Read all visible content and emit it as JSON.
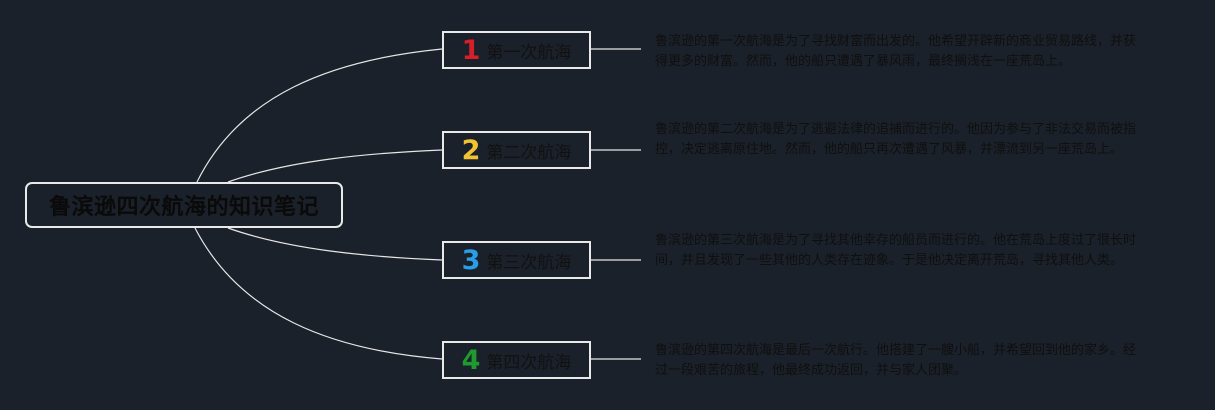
{
  "root": {
    "label": "鲁滨逊四次航海的知识笔记"
  },
  "branches": [
    {
      "number": "1",
      "number_color": "#d61f2b",
      "label": "第一次航海",
      "description": "鲁滨逊的第一次航海是为了寻找财富而出发的。他希望开辟新的商业贸易路线，并获得更多的财富。然而，他的船只遭遇了暴风雨，最终搁浅在一座荒岛上。"
    },
    {
      "number": "2",
      "number_color": "#f1c232",
      "label": "第二次航海",
      "description": "鲁滨逊的第二次航海是为了逃避法律的追捕而进行的。他因为参与了非法交易而被指控，决定逃离原住地。然而，他的船只再次遭遇了风暴，并漂流到另一座荒岛上。"
    },
    {
      "number": "3",
      "number_color": "#2a9de6",
      "label": "第三次航海",
      "description": "鲁滨逊的第三次航海是为了寻找其他幸存的船员而进行的。他在荒岛上度过了很长时间，并且发现了一些其他的人类存在迹象。于是他决定离开荒岛，寻找其他人类。"
    },
    {
      "number": "4",
      "number_color": "#1f9a2e",
      "label": "第四次航海",
      "description": "鲁滨逊的第四次航海是最后一次航行。他搭建了一艘小船，并希望回到他的家乡。经过一段艰苦的旅程，他最终成功返回，并与家人团聚。"
    }
  ],
  "colors": {
    "background": "#1b212a",
    "node_border": "#e9e9e9",
    "connector": "#e6e6e6"
  }
}
